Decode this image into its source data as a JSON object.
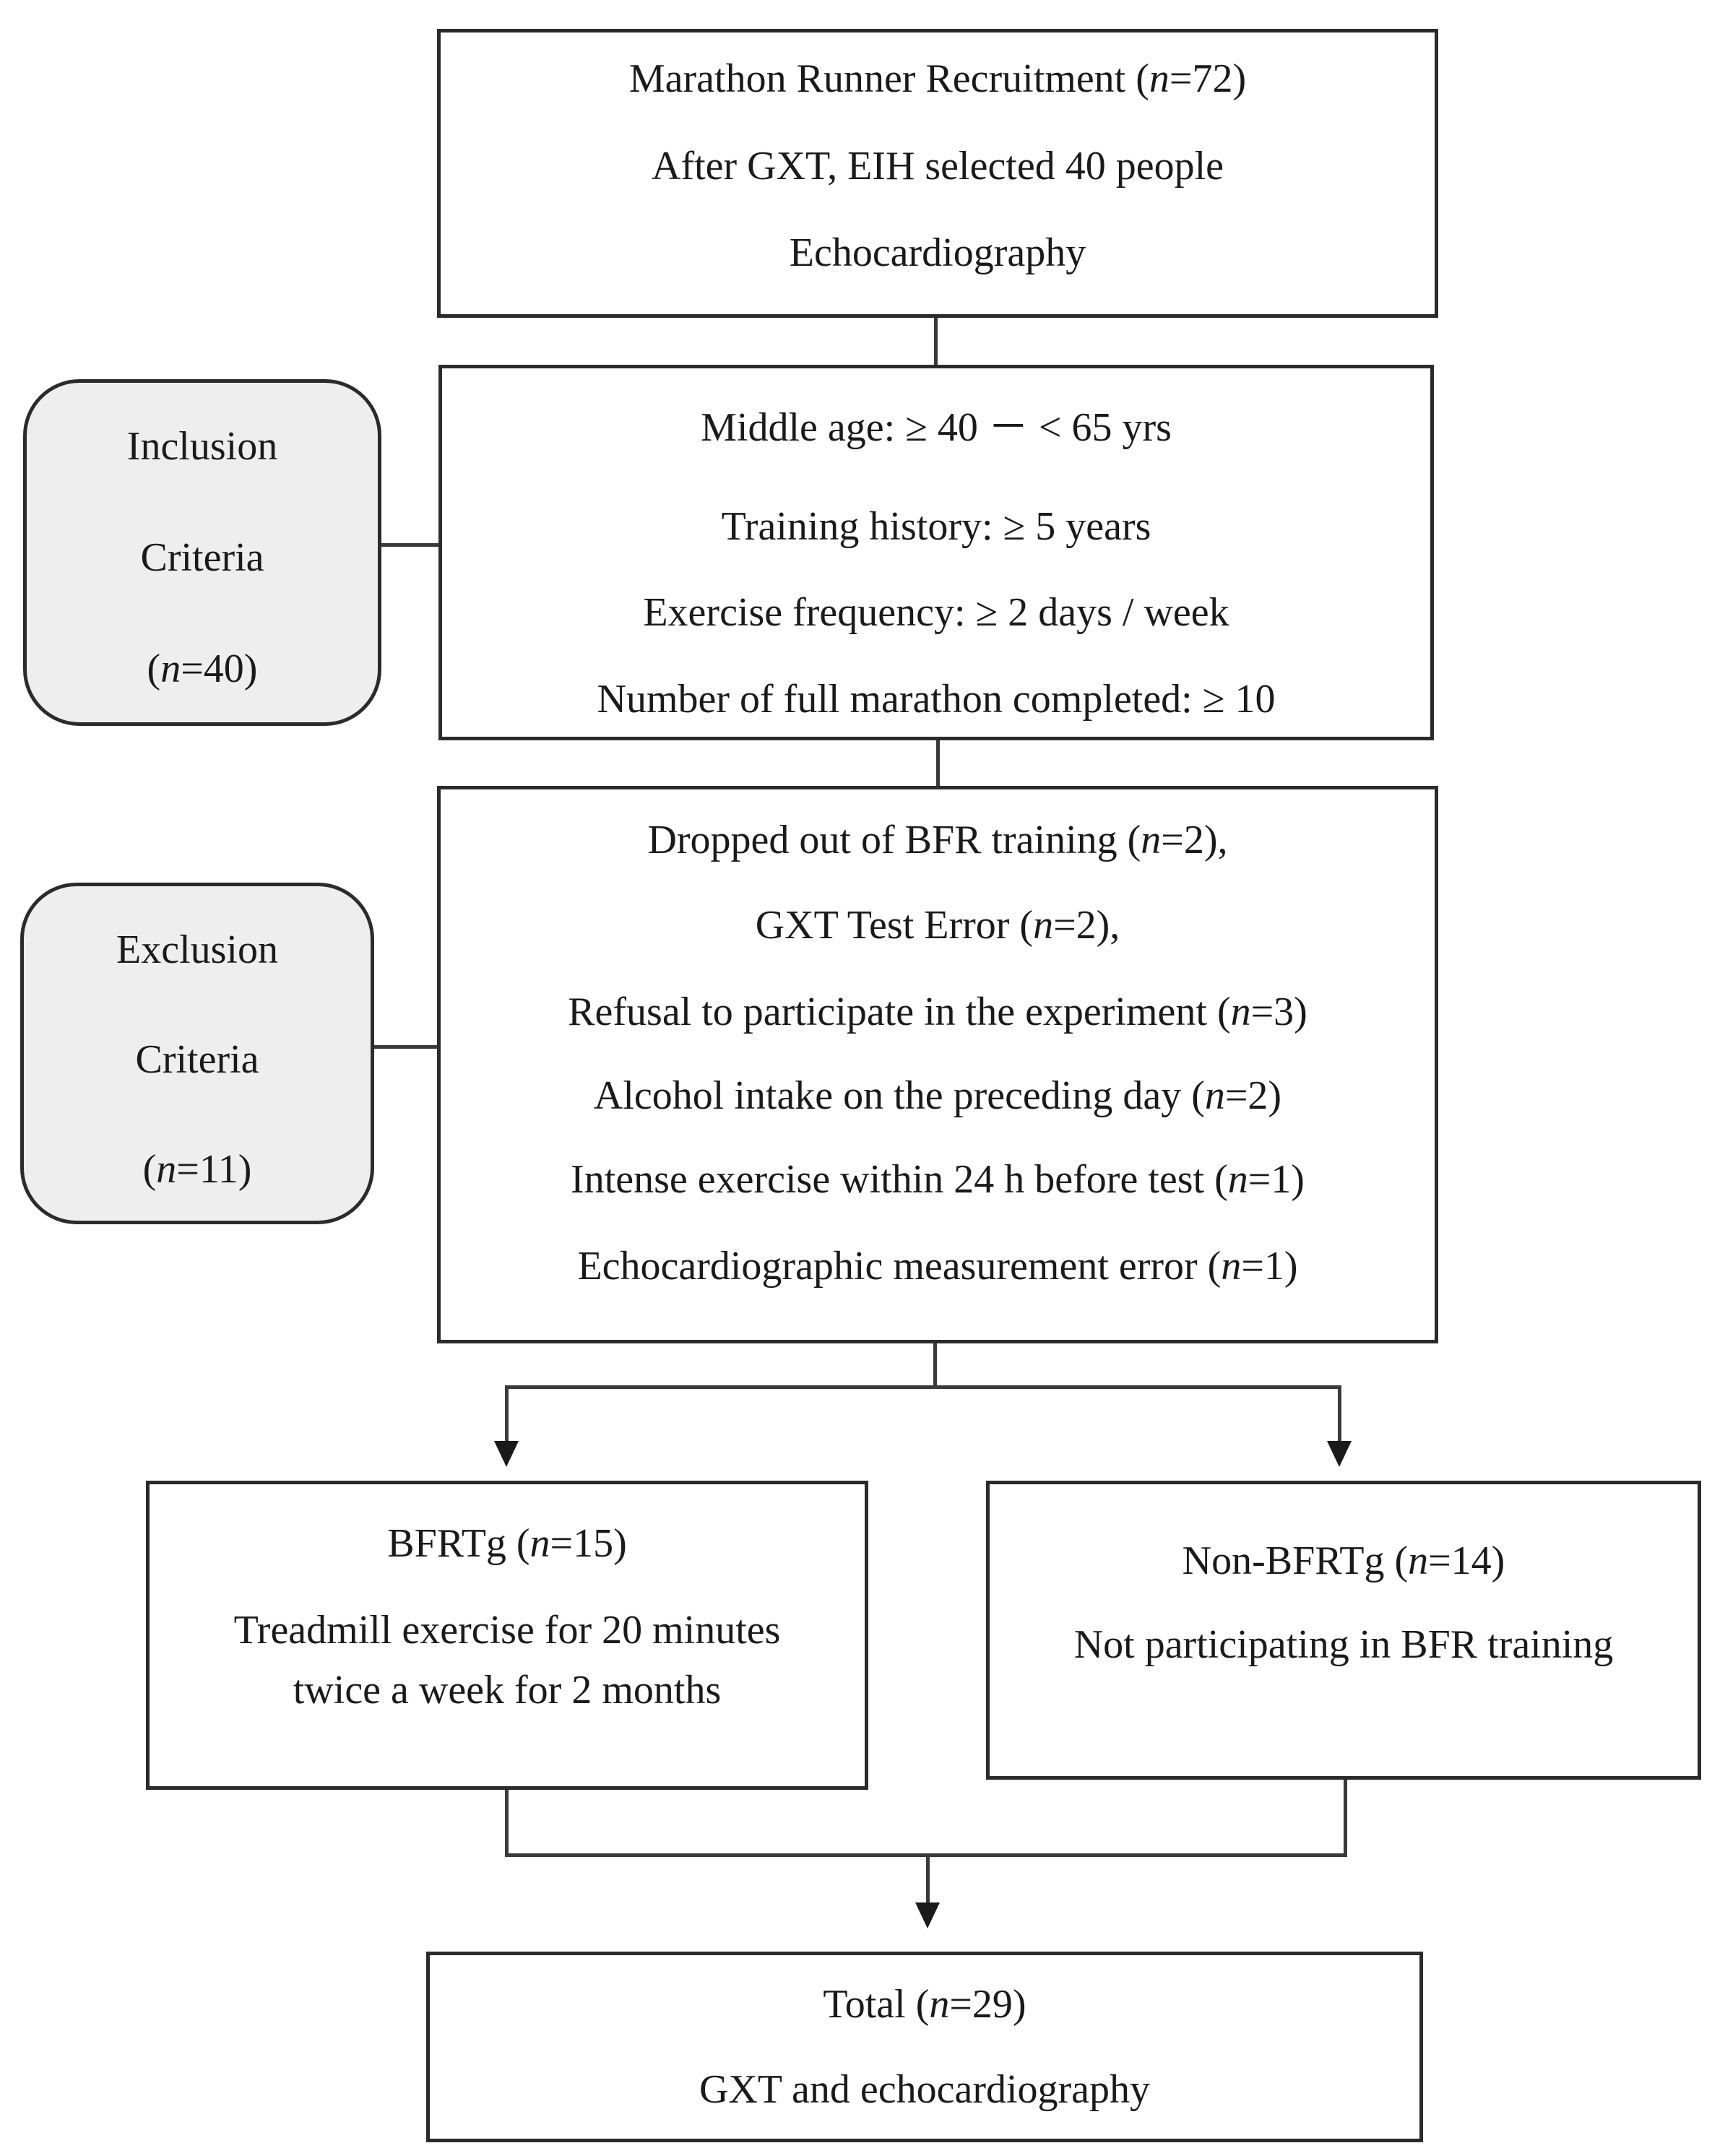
{
  "recruitment": {
    "lines": [
      "Marathon Runner Recruitment (n=72)",
      "After GXT, EIH selected 40 people",
      "Echocardiography"
    ]
  },
  "inclusion_box": {
    "lines": [
      "Inclusion",
      "Criteria",
      "(n=40)"
    ]
  },
  "inclusion_criteria": {
    "lines": [
      "Middle age: ≥ 40 － < 65 yrs",
      "Training history: ≥ 5 years",
      "Exercise frequency: ≥ 2 days / week",
      "Number of full marathon completed: ≥ 10"
    ]
  },
  "exclusion_box": {
    "lines": [
      "Exclusion",
      "Criteria",
      "(n=11)"
    ]
  },
  "exclusion_criteria": {
    "lines": [
      "Dropped out of BFR training (n=2),",
      "GXT Test Error (n=2),",
      "Refusal to participate in the experiment (n=3)",
      "Alcohol intake on the preceding day (n=2)",
      "Intense exercise within 24 h before test (n=1)",
      "Echocardiographic measurement error (n=1)"
    ]
  },
  "bfrtg": {
    "lines": [
      "BFRTg (n=15)",
      "Treadmill exercise for 20 minutes",
      "twice a week for 2 months"
    ]
  },
  "non_bfrtg": {
    "lines": [
      "Non-BFRTg (n=14)",
      "Not participating in BFR training"
    ]
  },
  "total": {
    "lines": [
      "Total (n=29)",
      "GXT and echocardiography"
    ]
  }
}
